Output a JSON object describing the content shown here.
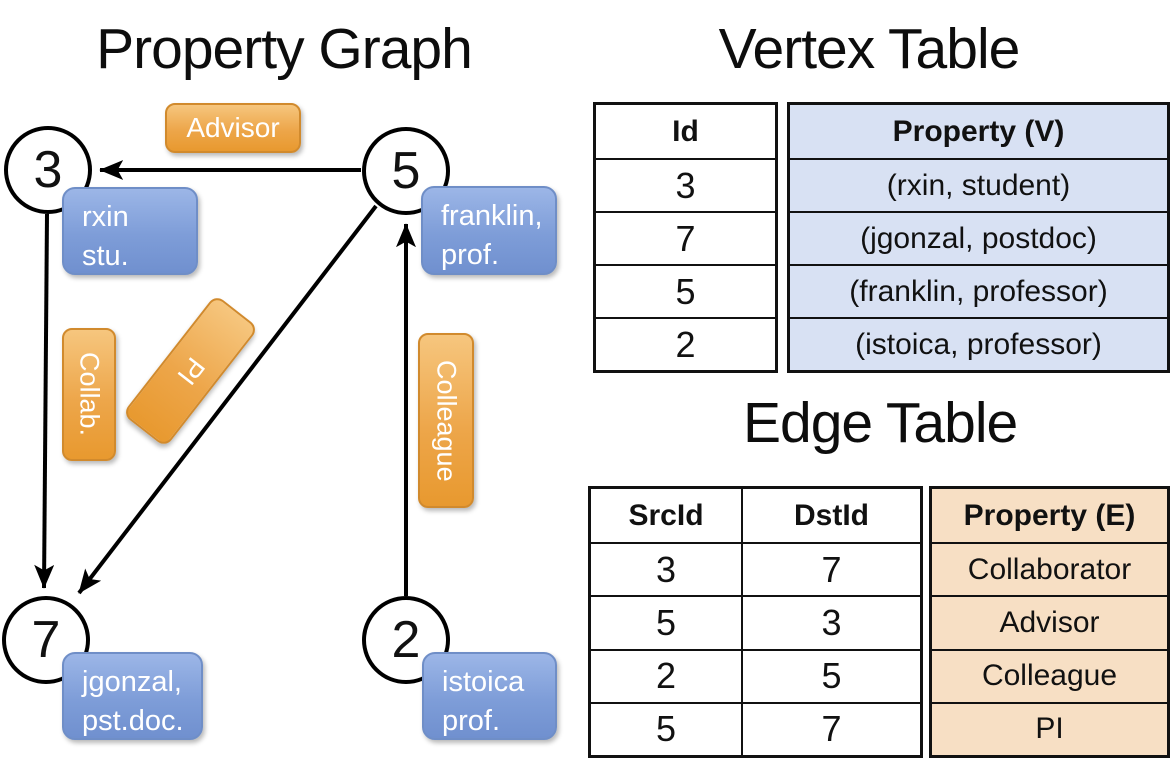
{
  "titles": {
    "graph": "Property Graph",
    "vertex_table": "Vertex Table",
    "edge_table": "Edge Table"
  },
  "graph": {
    "nodes": [
      {
        "id": "3",
        "prop_line1": "rxin",
        "prop_line2": "stu."
      },
      {
        "id": "5",
        "prop_line1": "franklin,",
        "prop_line2": "prof."
      },
      {
        "id": "7",
        "prop_line1": "jgonzal,",
        "prop_line2": "pst.doc."
      },
      {
        "id": "2",
        "prop_line1": "istoica",
        "prop_line2": "prof."
      }
    ],
    "edges": [
      {
        "src": "5",
        "dst": "3",
        "label": "Advisor"
      },
      {
        "src": "3",
        "dst": "7",
        "label": "Collab."
      },
      {
        "src": "5",
        "dst": "7",
        "label": "PI"
      },
      {
        "src": "2",
        "dst": "5",
        "label": "Colleague"
      }
    ]
  },
  "vertex_table": {
    "headers": {
      "id": "Id",
      "property": "Property (V)"
    },
    "rows": [
      {
        "id": "3",
        "property": "(rxin, student)"
      },
      {
        "id": "7",
        "property": "(jgonzal, postdoc)"
      },
      {
        "id": "5",
        "property": "(franklin, professor)"
      },
      {
        "id": "2",
        "property": "(istoica, professor)"
      }
    ]
  },
  "edge_table": {
    "headers": {
      "src": "SrcId",
      "dst": "DstId",
      "property": "Property (E)"
    },
    "rows": [
      {
        "src": "3",
        "dst": "7",
        "property": "Collaborator"
      },
      {
        "src": "5",
        "dst": "3",
        "property": "Advisor"
      },
      {
        "src": "2",
        "dst": "5",
        "property": "Colleague"
      },
      {
        "src": "5",
        "dst": "7",
        "property": "PI"
      }
    ]
  },
  "colors": {
    "edge_label_fill": "#eda64a",
    "edge_label_border": "#d18a2d",
    "vertex_prop_fill": "#7e9dd8",
    "vertex_prop_border": "#6f8ec7",
    "vertex_table_cell_fill": "#d8e1f3",
    "edge_table_cell_fill": "#f7dfc4",
    "line_color": "#000000"
  }
}
